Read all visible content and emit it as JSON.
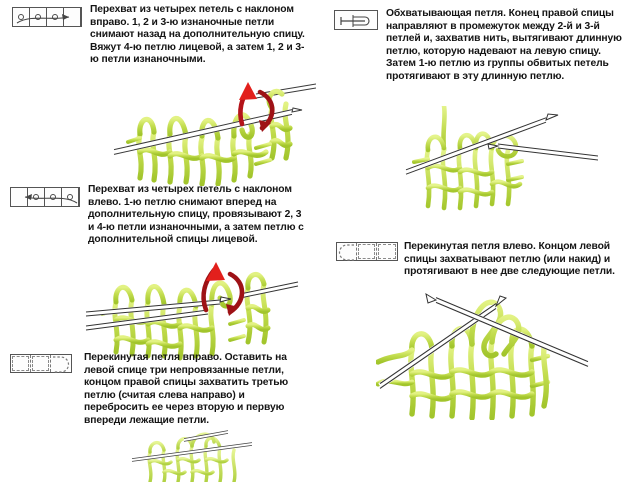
{
  "document": {
    "title": "Условные обозначения приёмов вязания спицами",
    "language": "ru",
    "background_color": "#ffffff"
  },
  "palette": {
    "yarn_light": "#d7e96a",
    "yarn_mid": "#bcd94a",
    "yarn_dark": "#9cc22c",
    "yarn_outline": "#88b221",
    "needle_fill": "#ffffff",
    "needle_outline": "#333333",
    "arrow_red": "#c0181c",
    "arrow_red_bright": "#e01b15",
    "chart_border": "#555555",
    "text_color": "#141414"
  },
  "sections": [
    {
      "id": "cable-right",
      "column": "left",
      "symbol": {
        "name": "four-stitch-cable-right-symbol",
        "cells": 4,
        "marks": [
          "purl",
          "purl",
          "purl",
          "arrow-right"
        ],
        "description": "Три изнаночные петли и стрелка вправо"
      },
      "text": "Перехват из четырех петель с наклоном вправо. 1, 2 и 3-ю изнаночные петли снимают назад на дополнительную спицу. Вяжут 4-ю петлю лицевой, а затем 1, 2 и 3-ю петли изнаночными.",
      "illustration": {
        "name": "cable-right-illustration",
        "alt": "Вязание: перехват четырёх петель вправо, красные стрелки показывают направление"
      }
    },
    {
      "id": "wrapped-stitch",
      "column": "right",
      "symbol": {
        "name": "wrapped-stitch-symbol",
        "cells": 1,
        "marks": [
          "wrap-loop"
        ],
        "description": "Обхватывающая петля — горизонтальная петля в рамке"
      },
      "text": "Обхватывающая петля. Конец правой спицы направляют в промежуток между 2-й и 3-й петлей и, захватив нить, вытягивают длинную петлю, которую надевают на левую спицу. Затем 1-ю петлю из группы обвитых петель протягивают в эту длинную петлю.",
      "illustration": {
        "name": "wrapped-stitch-illustration",
        "alt": "Вязание: обхватывающая петля на двух спицах"
      }
    },
    {
      "id": "cable-left",
      "column": "left",
      "symbol": {
        "name": "four-stitch-cable-left-symbol",
        "cells": 4,
        "marks": [
          "arrow-left",
          "purl",
          "purl",
          "purl"
        ],
        "description": "Стрелка влево и три изнаночные петли"
      },
      "text": "Перехват из четырех петель с наклоном влево. 1-ю петлю снимают вперед на дополнительную спицу, провязывают 2, 3 и 4-ю петли изнаночными, а затем петлю с дополнительной спицы лицевой.",
      "illustration": {
        "name": "cable-left-illustration",
        "alt": "Вязание: перехват четырёх петель влево, красные стрелки показывают направление"
      }
    },
    {
      "id": "crossed-right",
      "column": "left",
      "symbol": {
        "name": "crossed-stitch-right-symbol",
        "cells": 3,
        "marks": [
          "dashed",
          "dashed",
          "dashed-round-right"
        ],
        "description": "Три пунктирные клетки, справа скруглённая"
      },
      "text": "Перекинутая петля вправо. Оставить на левой спице три непровязанные петли, концом правой спицы захватить третью петлю (считая слева направо) и перебросить ее через вторую и первую впереди лежащие петли.",
      "illustration": {
        "name": "crossed-right-illustration",
        "alt": "Вязание: перекинутая петля вправо"
      }
    },
    {
      "id": "crossed-left",
      "column": "right",
      "symbol": {
        "name": "crossed-stitch-left-symbol",
        "cells": 3,
        "marks": [
          "dashed-round-left",
          "dashed",
          "dashed"
        ],
        "description": "Три пунктирные клетки, слева скруглённая"
      },
      "text": "Перекинутая петля влево. Концом левой спицы захватывают петлю (или накид) и протягивают в нее две следующие петли.",
      "illustration": {
        "name": "crossed-left-illustration",
        "alt": "Вязание: перекинутая петля влево"
      }
    }
  ]
}
